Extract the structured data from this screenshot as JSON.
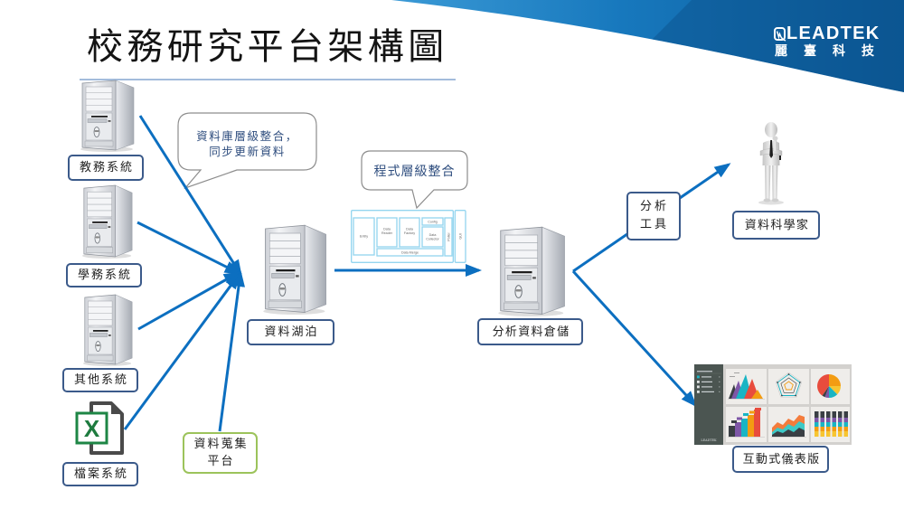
{
  "colors": {
    "arrow": "#0c6fc0",
    "box_border": "#3b5a8a",
    "platform_border": "#9cc35b",
    "callout_text": "#2e4d7e",
    "callout_border": "#8d8d8d",
    "module_border": "#94d5ef",
    "title_rule": "#a3bcdc",
    "brand_blue": "#1472b5"
  },
  "slide": {
    "title": "校務研究平台架構圖",
    "brand": {
      "wordmark": "LEADTEK",
      "name_zh": "麗臺科技"
    }
  },
  "sources": [
    {
      "label": "教務系統",
      "icon": "server"
    },
    {
      "label": "學務系統",
      "icon": "server"
    },
    {
      "label": "其他系統",
      "icon": "server"
    },
    {
      "label": "檔案系統",
      "icon": "excel-file",
      "icon_glyph": "X"
    }
  ],
  "collection_platform": {
    "lines": [
      "資料蒐集",
      "平台"
    ]
  },
  "callouts": {
    "database_integration": {
      "lines": [
        "資料庫層級整合，",
        "同步更新資料"
      ]
    },
    "program_integration": {
      "text": "程式層級整合"
    }
  },
  "data_lake": {
    "label": "資料湖泊",
    "icon": "server"
  },
  "program_architecture": {
    "entity": "Entity",
    "data_reader": [
      "Data",
      "Reader"
    ],
    "data_factory": [
      "Data",
      "Factory"
    ],
    "config": "Config",
    "data_collector": [
      "Data",
      "Collector"
    ],
    "data_merge": "Data Merge",
    "poller": "Poller",
    "gui": "GUI"
  },
  "warehouse": {
    "label": "分析資料倉儲",
    "icon": "server"
  },
  "analysis_tools": {
    "lines": [
      "分析",
      "工具"
    ]
  },
  "data_scientist": {
    "label": "資料科學家",
    "icon": "person"
  },
  "dashboard": {
    "label": "互動式儀表版",
    "logo": "LEADTEK",
    "sidebar_item_count": 4,
    "active_sidebar_item": 1
  }
}
